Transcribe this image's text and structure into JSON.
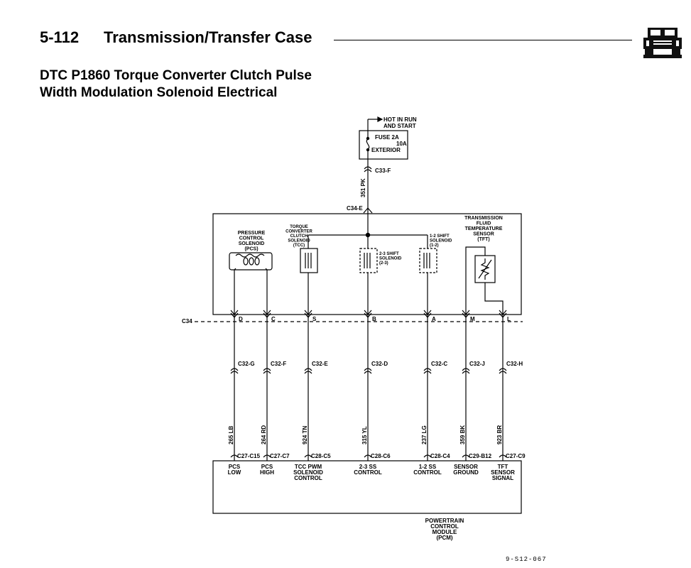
{
  "header": {
    "section_number": "5-112",
    "section_title": "Transmission/Transfer Case",
    "logo_icon": "hummer-vehicle-icon"
  },
  "subtitle": {
    "line1": "DTC P1860 Torque Converter Clutch Pulse",
    "line2": "Width Modulation Solenoid Electrical"
  },
  "power": {
    "supply_line1": "HOT IN RUN",
    "supply_line2": "AND START",
    "fuse_line1": "FUSE 2A",
    "fuse_line2": "10A",
    "fuse_line3": "EXTERIOR",
    "fuse_connector": "C33-F",
    "feed_wire": "351 PK",
    "entry_connector": "C34-E"
  },
  "components": {
    "pcs": [
      "PRESSURE",
      "CONTROL",
      "SOLENOID",
      "(PCS)"
    ],
    "tcc": [
      "TORQUE",
      "CONVERTER",
      "CLUTCH",
      "SOLENOID",
      "(TCC)"
    ],
    "ss23": [
      "2-3 SHIFT",
      "SOLENOID",
      "(2-3)"
    ],
    "ss12": [
      "1-2 SHIFT",
      "SOLENOID",
      "(1-2)"
    ],
    "tft": [
      "TRANSMISSION",
      "FLUID",
      "TEMPERATURE",
      "SENSOR",
      "(TFT)"
    ]
  },
  "c34_label": "C34",
  "circuits": [
    {
      "pin": "D",
      "c32": "C32-G",
      "wire": "265 LB",
      "pcm_conn": "C27-C15",
      "func": [
        "PCS",
        "LOW"
      ]
    },
    {
      "pin": "C",
      "c32": "C32-F",
      "wire": "264 RD",
      "pcm_conn": "C27-C7",
      "func": [
        "PCS",
        "HIGH"
      ]
    },
    {
      "pin": "S",
      "c32": "C32-E",
      "wire": "924 TN",
      "pcm_conn": "C28-C5",
      "func": [
        "TCC PWM",
        "SOLENOID",
        "CONTROL"
      ]
    },
    {
      "pin": "B",
      "c32": "C32-D",
      "wire": "315 YL",
      "pcm_conn": "C28-C6",
      "func": [
        "2-3 SS",
        "CONTROL"
      ]
    },
    {
      "pin": "A",
      "c32": "C32-C",
      "wire": "237 LG",
      "pcm_conn": "C28-C4",
      "func": [
        "1-2 SS",
        "CONTROL"
      ]
    },
    {
      "pin": "M",
      "c32": "C32-J",
      "wire": "359 BK",
      "pcm_conn": "C29-B12",
      "func": [
        "SENSOR",
        "GROUND"
      ]
    },
    {
      "pin": "L",
      "c32": "C32-H",
      "wire": "923 BR",
      "pcm_conn": "C27-C9",
      "func": [
        "TFT",
        "SENSOR",
        "SIGNAL"
      ]
    }
  ],
  "pcm": [
    "POWERTRAIN",
    "CONTROL",
    "MODULE",
    "(PCM)"
  ],
  "reference": "9-S12-067"
}
